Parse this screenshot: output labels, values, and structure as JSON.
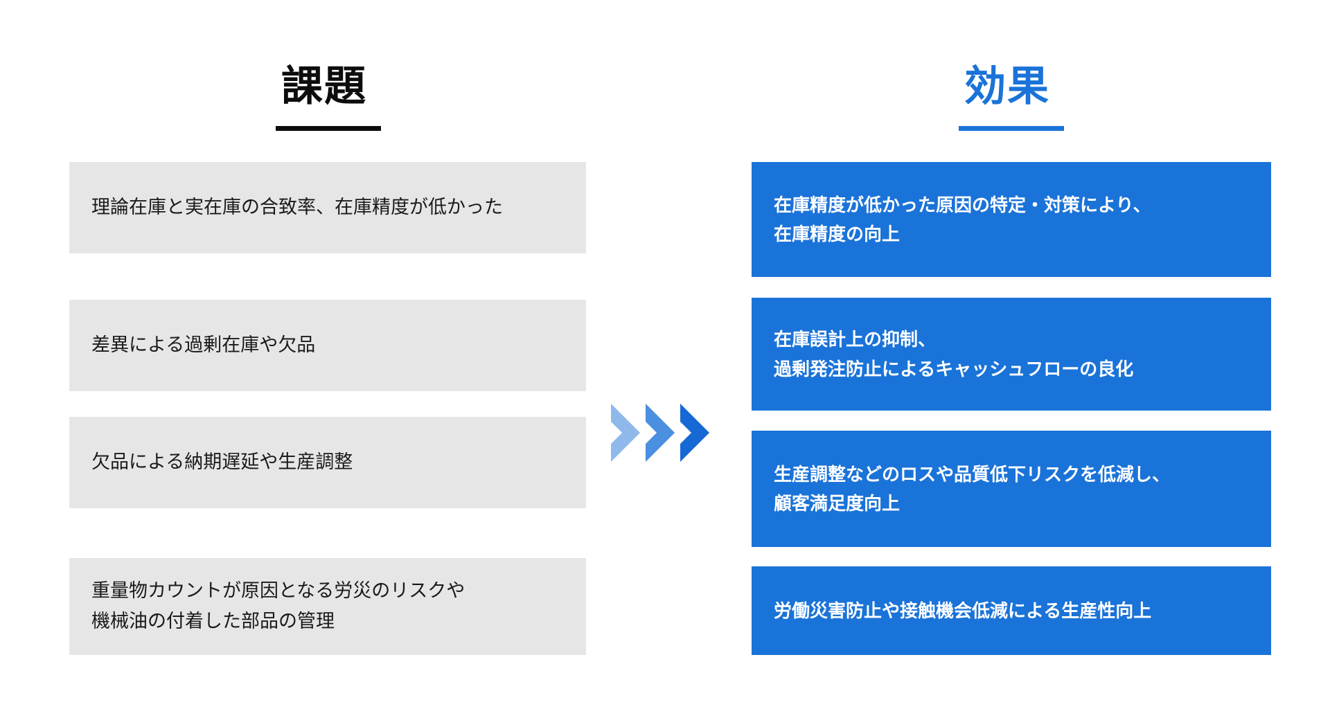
{
  "slide": {
    "background_color": "#ffffff",
    "accent_blue": "#1a73d8",
    "card_gray": "#e6e6e6",
    "heading_black": "#0d0d0d"
  },
  "headings": {
    "left": "課題",
    "right": "効果"
  },
  "challenges": [
    {
      "text": "理論在庫と実在庫の合致率、在庫精度が低かった"
    },
    {
      "text": "差異による過剰在庫や欠品"
    },
    {
      "text": "欠品による納期遅延や生産調整"
    },
    {
      "text": "重量物カウントが原因となる労災のリスクや\n機械油の付着した部品の管理"
    }
  ],
  "effects": [
    {
      "text": "在庫精度が低かった原因の特定・対策により、\n在庫精度の向上"
    },
    {
      "text": "在庫誤計上の抑制、\n過剰発注防止によるキャッシュフローの良化"
    },
    {
      "text": "生産調整などのロスや品質低下リスクを低減し、\n顧客満足度向上"
    },
    {
      "text": "労働災害防止や接触機会低減による生産性向上"
    }
  ],
  "arrows": {
    "name": "triple-chevron-right",
    "colors": [
      "#8fb9ea",
      "#4a8fe0",
      "#1668d4"
    ]
  }
}
